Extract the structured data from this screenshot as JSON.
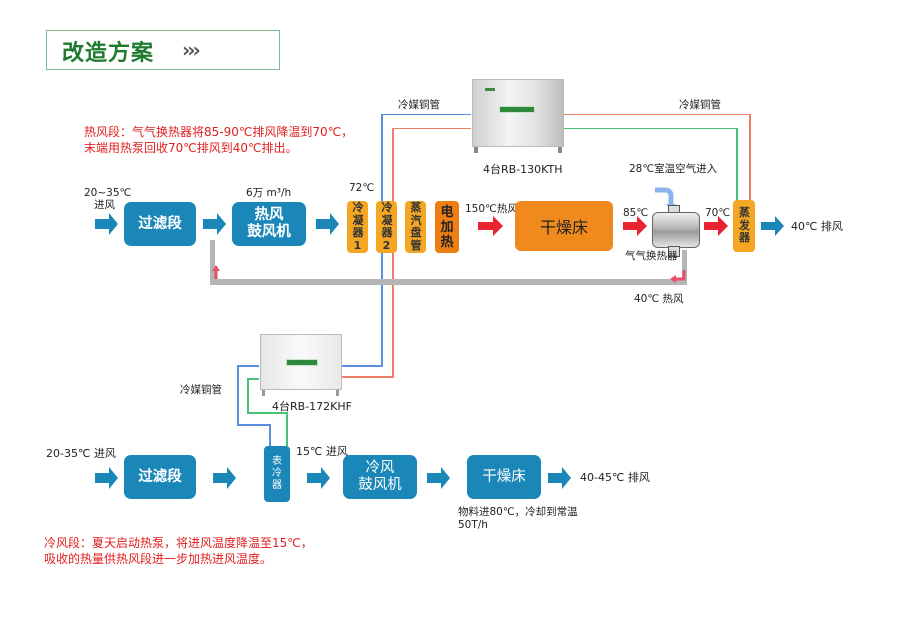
{
  "header": {
    "title": "改造方案",
    "chevrons": "›››"
  },
  "hot_section_note": {
    "line1": "热风段：气气换热器将85-90℃排风降温到70℃，",
    "line2": "末端用热泵回收70℃排风到40℃排出。"
  },
  "cold_section_note": {
    "line1": "冷风段：夏天启动热泵，将进风温度降温至15℃，",
    "line2": "吸收的热量供热风段进一步加热进风温度。"
  },
  "pipes": {
    "refrigerant_label": "冷媒铜管"
  },
  "heat_pumps": {
    "top": {
      "model": "4台RB-130KTH"
    },
    "bottom": {
      "model": "4台RB-172KHF"
    }
  },
  "hot_line": {
    "inlet_label_1": "20~35℃",
    "inlet_label_2": "进风",
    "filter": "过滤段",
    "fan_line1": "热风",
    "fan_line2": "鼓风机",
    "airflow": "6万 m³/h",
    "temp_72": "72℃",
    "condenser1": "冷凝器1",
    "condenser2": "冷凝器2",
    "steam_coil": "蒸汽盘管",
    "electric_heat": "电加热",
    "hot_air_150": "150℃热风",
    "dryer": "干燥床",
    "temp_85": "85℃",
    "room_air_in": "28℃室温空气进入",
    "hx_label": "气气换热器",
    "temp_70": "70℃",
    "evaporator": "蒸发器",
    "exhaust": "40℃ 排风",
    "return_label": "40℃ 热风"
  },
  "cold_line": {
    "inlet_label": "20-35℃ 进风",
    "filter": "过滤段",
    "surface_cooler": "表冷器",
    "temp_15": "15℃ 进风",
    "fan_line1": "冷风",
    "fan_line2": "鼓风机",
    "dryer": "干燥床",
    "exhaust": "40-45℃ 排风",
    "material_note_1": "物料进80℃，冷却到常温",
    "material_note_2": "50T/h"
  },
  "colors": {
    "brand_green": "#1e7a2e",
    "flow_blue": "#1a87b8",
    "component_orange": "#f5a623",
    "dryer_orange": "#f08a1c",
    "hot_arrow_red": "#e8232f",
    "note_red": "#e02020",
    "pipe_blue": "#5b8fe0",
    "pipe_red": "#f07f6a",
    "pipe_green": "#48c27a"
  }
}
